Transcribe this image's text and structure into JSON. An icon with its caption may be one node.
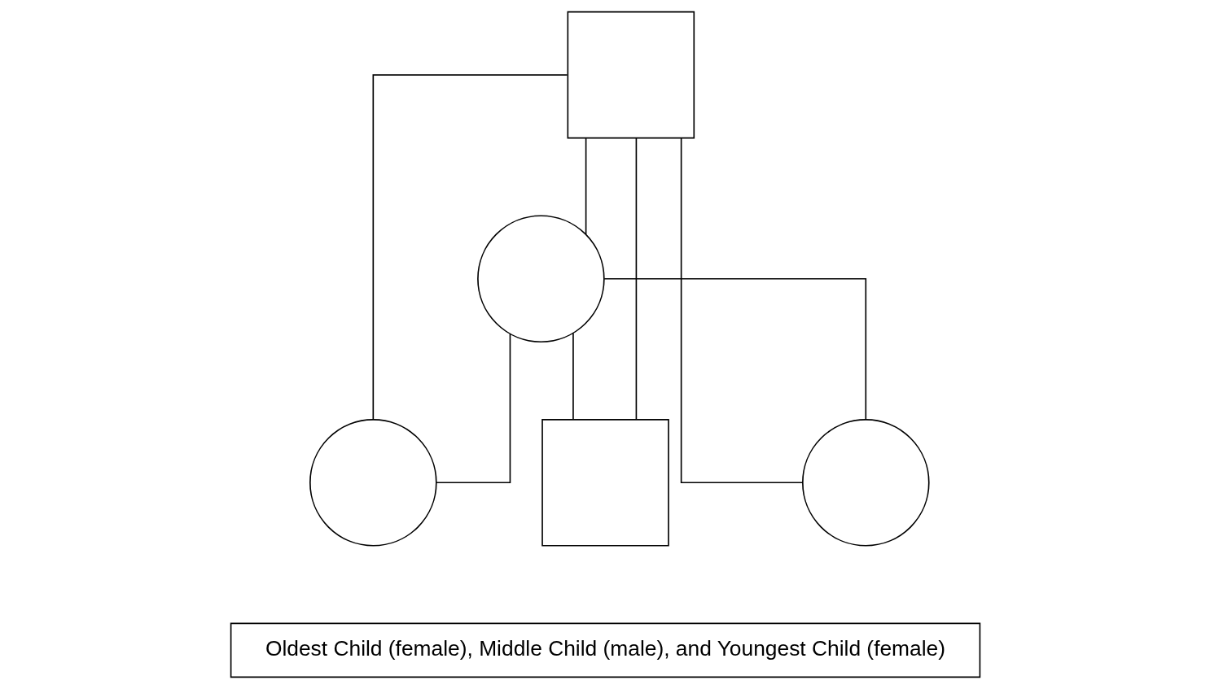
{
  "diagram": {
    "nodes": [
      {
        "text": [],
        "shape": "box"
      },
      {
        "text": [],
        "shape": "circle"
      },
      {
        "text": [],
        "shape": "circle"
      },
      {
        "text": [],
        "shape": "box"
      },
      {
        "text": [],
        "shape": "circle"
      },
      {
        "text": [
          "Oldest Child (female), Middle Child (male), and Youngest Child (female)"
        ]
      }
    ],
    "edges": [
      {
        "from": 0,
        "to": 1,
        "arrow": "none"
      },
      {
        "from": 0,
        "to": 2,
        "arrow": "none"
      },
      {
        "from": 0,
        "to": 3,
        "arrow": "none"
      },
      {
        "from": 0,
        "to": 4,
        "arrow": "none"
      },
      {
        "from": 1,
        "to": 2,
        "arrow": "none"
      },
      {
        "from": 1,
        "to": 3,
        "arrow": "none"
      },
      {
        "from": 1,
        "to": 4,
        "arrow": "none"
      }
    ]
  }
}
